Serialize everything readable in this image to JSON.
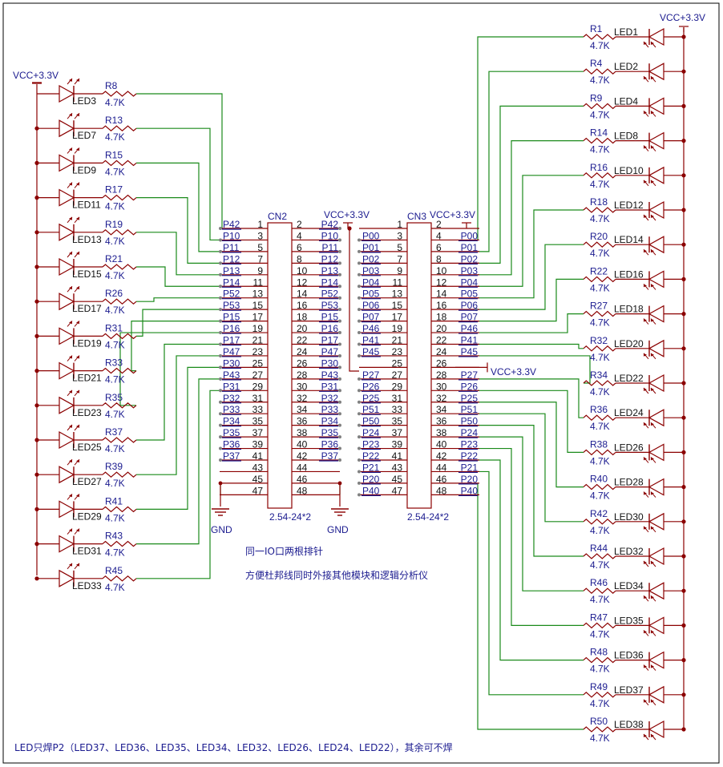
{
  "vcc_label": "VCC+3.3V",
  "gnd_label": "GND",
  "resistor_value": "4.7K",
  "connector_type": "2.54-24*2",
  "colors": {
    "wire": "#1a8a1a",
    "component": "#8b0000",
    "text": "#1b1b8f",
    "dot": "#808080",
    "frame": "#000000"
  },
  "icons": [
    "led-icon",
    "resistor-icon",
    "ground-icon",
    "vcc-icon"
  ],
  "cn2": {
    "ref": "CN2",
    "odd_pins": [
      "1",
      "3",
      "5",
      "7",
      "9",
      "11",
      "13",
      "15",
      "17",
      "19",
      "21",
      "23",
      "25",
      "27",
      "29",
      "31",
      "33",
      "35",
      "37",
      "39",
      "41",
      "43",
      "45",
      "47"
    ],
    "even_pins": [
      "2",
      "4",
      "6",
      "8",
      "10",
      "12",
      "14",
      "16",
      "18",
      "20",
      "22",
      "24",
      "26",
      "28",
      "30",
      "32",
      "34",
      "36",
      "38",
      "40",
      "42",
      "44",
      "46",
      "48"
    ],
    "left_nets": [
      "P42",
      "P10",
      "P11",
      "P12",
      "P13",
      "P14",
      "P52",
      "P53",
      "P15",
      "P16",
      "P17",
      "P47",
      "P30",
      "P43",
      "P31",
      "P32",
      "P33",
      "P34",
      "P35",
      "P36",
      "P37",
      "",
      "",
      ""
    ],
    "right_nets": [
      "P42",
      "P10",
      "P11",
      "P12",
      "P13",
      "P14",
      "P52",
      "P53",
      "P15",
      "P16",
      "P17",
      "P47",
      "P30",
      "P43",
      "P31",
      "P32",
      "P33",
      "P34",
      "P35",
      "P36",
      "P37",
      "",
      "",
      ""
    ]
  },
  "cn3": {
    "ref": "CN3",
    "odd_pins": [
      "1",
      "3",
      "5",
      "7",
      "9",
      "11",
      "13",
      "15",
      "17",
      "19",
      "21",
      "23",
      "25",
      "27",
      "29",
      "31",
      "33",
      "35",
      "37",
      "39",
      "41",
      "43",
      "45",
      "47"
    ],
    "even_pins": [
      "2",
      "4",
      "6",
      "8",
      "10",
      "12",
      "14",
      "16",
      "18",
      "20",
      "22",
      "24",
      "26",
      "28",
      "30",
      "32",
      "34",
      "36",
      "38",
      "40",
      "42",
      "44",
      "46",
      "48"
    ],
    "left_nets": [
      "",
      "P00",
      "P01",
      "P02",
      "P03",
      "P04",
      "P05",
      "P06",
      "P07",
      "P46",
      "P41",
      "P45",
      "",
      "P27",
      "P26",
      "P25",
      "P51",
      "P50",
      "P24",
      "P23",
      "P22",
      "P21",
      "P20",
      "P40"
    ],
    "right_nets": [
      "",
      "P00",
      "P01",
      "P02",
      "P03",
      "P04",
      "P05",
      "P06",
      "P07",
      "P46",
      "P41",
      "P45",
      "",
      "P27",
      "P26",
      "P25",
      "P51",
      "P50",
      "P24",
      "P23",
      "P22",
      "P21",
      "P20",
      "P40"
    ]
  },
  "left_leds": [
    {
      "led": "LED3",
      "res": "R8"
    },
    {
      "led": "LED7",
      "res": "R13"
    },
    {
      "led": "LED9",
      "res": "R15"
    },
    {
      "led": "LED11",
      "res": "R17"
    },
    {
      "led": "LED13",
      "res": "R19"
    },
    {
      "led": "LED15",
      "res": "R21"
    },
    {
      "led": "LED17",
      "res": "R26"
    },
    {
      "led": "LED19",
      "res": "R31"
    },
    {
      "led": "LED21",
      "res": "R33"
    },
    {
      "led": "LED23",
      "res": "R35"
    },
    {
      "led": "LED25",
      "res": "R37"
    },
    {
      "led": "LED27",
      "res": "R39"
    },
    {
      "led": "LED29",
      "res": "R41"
    },
    {
      "led": "LED31",
      "res": "R43"
    },
    {
      "led": "LED33",
      "res": "R45"
    }
  ],
  "right_leds": [
    {
      "led": "LED1",
      "res": "R1"
    },
    {
      "led": "LED2",
      "res": "R4"
    },
    {
      "led": "LED4",
      "res": "R9"
    },
    {
      "led": "LED8",
      "res": "R14"
    },
    {
      "led": "LED10",
      "res": "R16"
    },
    {
      "led": "LED12",
      "res": "R18"
    },
    {
      "led": "LED14",
      "res": "R20"
    },
    {
      "led": "LED16",
      "res": "R22"
    },
    {
      "led": "LED18",
      "res": "R27"
    },
    {
      "led": "LED20",
      "res": "R32"
    },
    {
      "led": "LED22",
      "res": "R34"
    },
    {
      "led": "LED24",
      "res": "R36"
    },
    {
      "led": "LED26",
      "res": "R38"
    },
    {
      "led": "LED28",
      "res": "R40"
    },
    {
      "led": "LED30",
      "res": "R42"
    },
    {
      "led": "LED32",
      "res": "R44"
    },
    {
      "led": "LED34",
      "res": "R46"
    },
    {
      "led": "LED35",
      "res": "R47"
    },
    {
      "led": "LED36",
      "res": "R48"
    },
    {
      "led": "LED37",
      "res": "R49"
    },
    {
      "led": "LED38",
      "res": "R50"
    }
  ],
  "notes": {
    "line1": "同一IO口两根排针",
    "line2": "方便杜邦线同时外接其他模块和逻辑分析仪",
    "footer": "LED只焊P2（LED37、LED36、LED35、LED34、LED32、LED26、LED24、LED22），其余可不焊"
  }
}
